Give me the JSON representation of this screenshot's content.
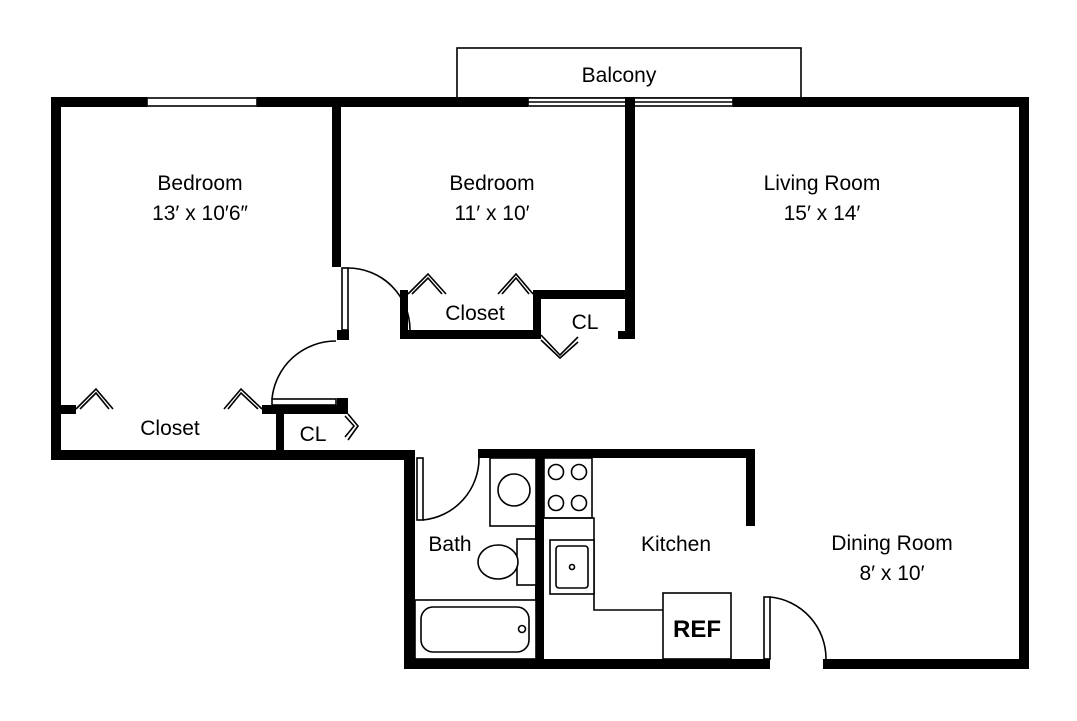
{
  "balcony": {
    "label": "Balcony"
  },
  "bedroom_1": {
    "label": "Bedroom",
    "dimensions": "13′ x 10′6″"
  },
  "bedroom_2": {
    "label": "Bedroom",
    "dimensions": "11′ x 10′"
  },
  "living_room": {
    "label": "Living Room",
    "dimensions": "15′ x 14′"
  },
  "dining_room": {
    "label": "Dining Room",
    "dimensions": "8′ x 10′"
  },
  "closet_1": {
    "label": "Closet"
  },
  "closet_2": {
    "label": "Closet"
  },
  "cl_1": {
    "label": "CL"
  },
  "cl_2": {
    "label": "CL"
  },
  "bath": {
    "label": "Bath"
  },
  "kitchen": {
    "label": "Kitchen"
  },
  "refrigerator": {
    "label": "REF"
  }
}
